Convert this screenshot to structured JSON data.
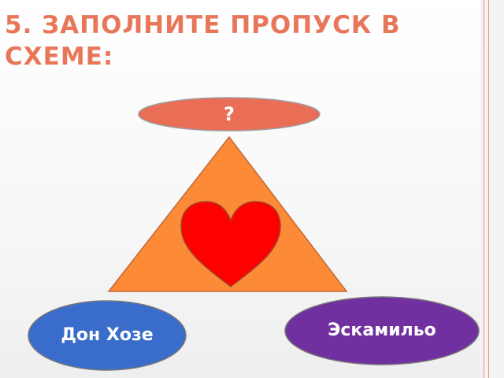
{
  "slide": {
    "title": "5. Заполните пропуск в схеме:"
  },
  "diagram": {
    "top_node": "?",
    "left_node": "Дон Хозе",
    "right_node": "Эскамильо"
  },
  "colors": {
    "title": "#e8775a",
    "top_node_fill": "#ea6e55",
    "triangle_fill": "#fd8a36",
    "heart_fill": "#ff0000",
    "left_node_fill": "#3a6ccc",
    "right_node_fill": "#7030a0"
  },
  "icons": {
    "center": "heart-icon"
  }
}
